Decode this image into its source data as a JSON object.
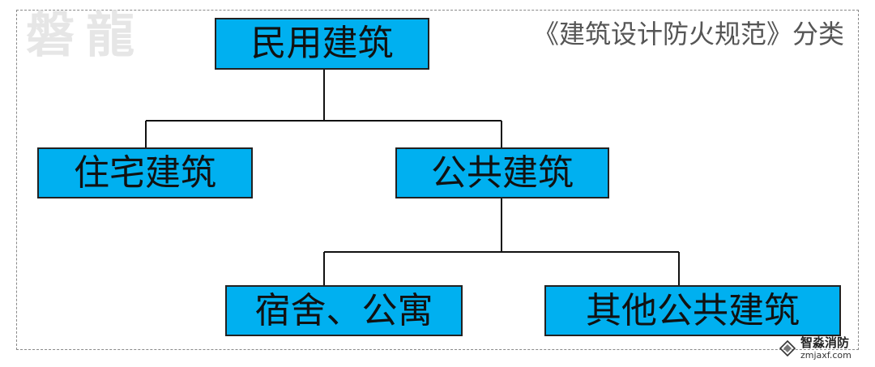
{
  "watermark": "磐龍",
  "subtitle": "《建筑设计防火规范》分类",
  "nodes": {
    "root": "民用建筑",
    "residential": "住宅建筑",
    "public": "公共建筑",
    "dormitory": "宿舍、公寓",
    "other_public": "其他公共建筑"
  },
  "brand": {
    "name": "智淼消防",
    "url": "zmjaxf.com",
    "logo_icon": "diamond-logo-icon"
  },
  "colors": {
    "node_fill": "#00b0f0",
    "line": "#111111",
    "frame": "#8a8a8a"
  }
}
